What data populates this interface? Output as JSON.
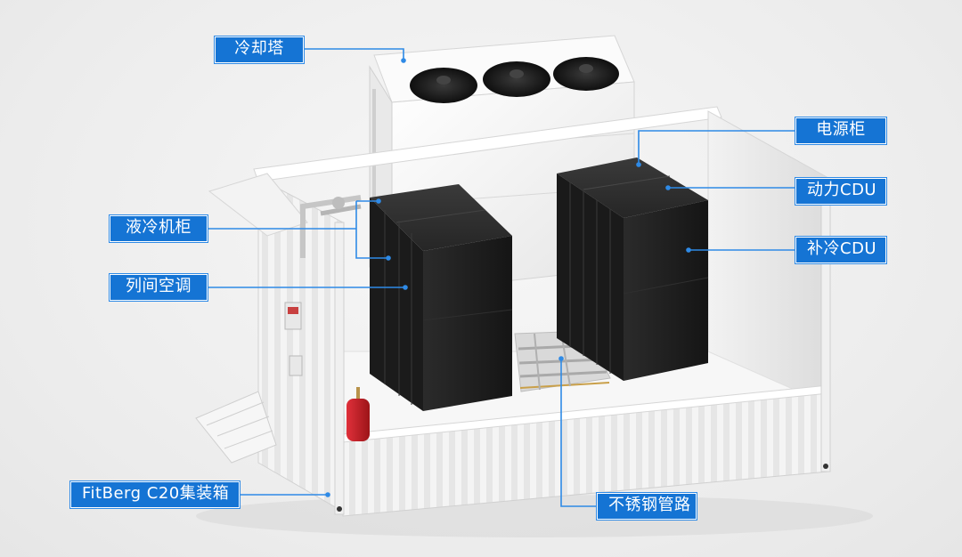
{
  "title": "FitBerg C20 集装箱液冷数据中心结构示意",
  "colors": {
    "label_bg": "#1574d4",
    "leader_line": "#2e8ae6",
    "cabinet": "#1f1f1f",
    "container": "#f5f5f5",
    "fire_extinguisher": "#c8202a"
  },
  "labels": {
    "cooling_tower": "冷却塔",
    "liquid_cooling_cabinet": "液冷机柜",
    "inrow_ac": "列间空调",
    "container": "FitBerg C20集装箱",
    "power_cabinet": "电源柜",
    "power_cdu": "动力CDU",
    "supplement_cdu": "补冷CDU",
    "stainless_pipes": "不锈钢管路"
  },
  "components": {
    "fans": [
      "fan-1",
      "fan-2",
      "fan-3"
    ]
  }
}
